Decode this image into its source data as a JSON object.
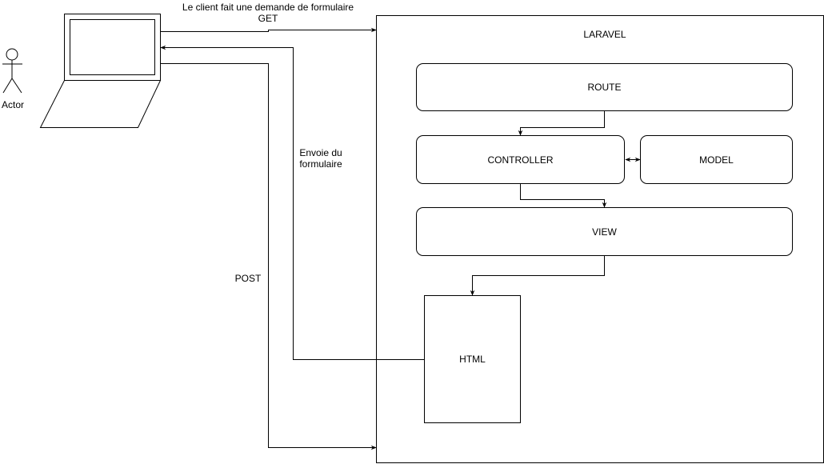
{
  "actor": {
    "label": "Actor"
  },
  "laravel": {
    "label": "LARAVEL"
  },
  "nodes": {
    "route": "ROUTE",
    "controller": "CONTROLLER",
    "model": "MODEL",
    "view": "VIEW",
    "html": "HTML"
  },
  "edges": {
    "get_request_line1": "Le client fait une demande de formulaire",
    "get_request_line2": "GET",
    "form_send_line1": "Envoie du",
    "form_send_line2": "formulaire",
    "post": "POST"
  }
}
